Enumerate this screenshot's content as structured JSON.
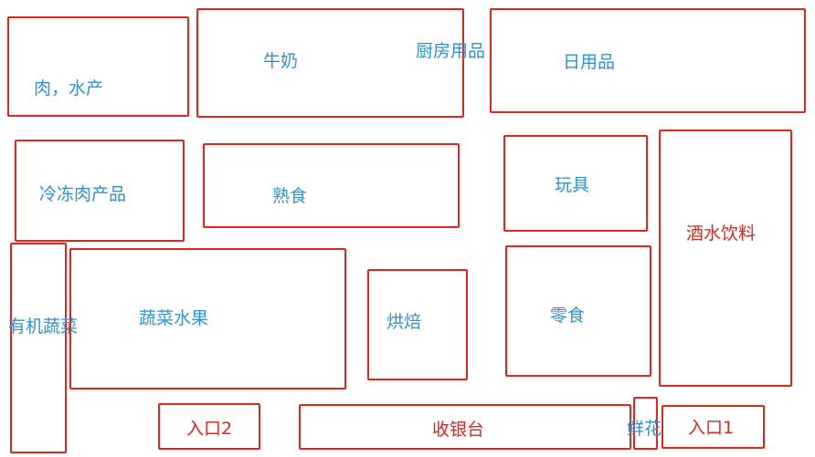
{
  "colors": {
    "border": "#e8231b",
    "label_blue": "#2b93d6",
    "label_red": "#e8231b",
    "background": "#ffffff"
  },
  "sections": {
    "meat_seafood": "肉，水产",
    "milk": "牛奶",
    "kitchenware": "厨房用品",
    "daily_goods": "日用品",
    "frozen_meat": "冷冻肉产品",
    "deli": "熟食",
    "toys": "玩具",
    "beverages": "酒水饮料",
    "organic_veg": "有机蔬菜",
    "veg_fruit": "蔬菜水果",
    "bakery": "烘焙",
    "snacks": "零食",
    "entrance_2": "入口2",
    "checkout": "收银台",
    "flowers": "鲜花",
    "entrance_1": "入口1"
  }
}
